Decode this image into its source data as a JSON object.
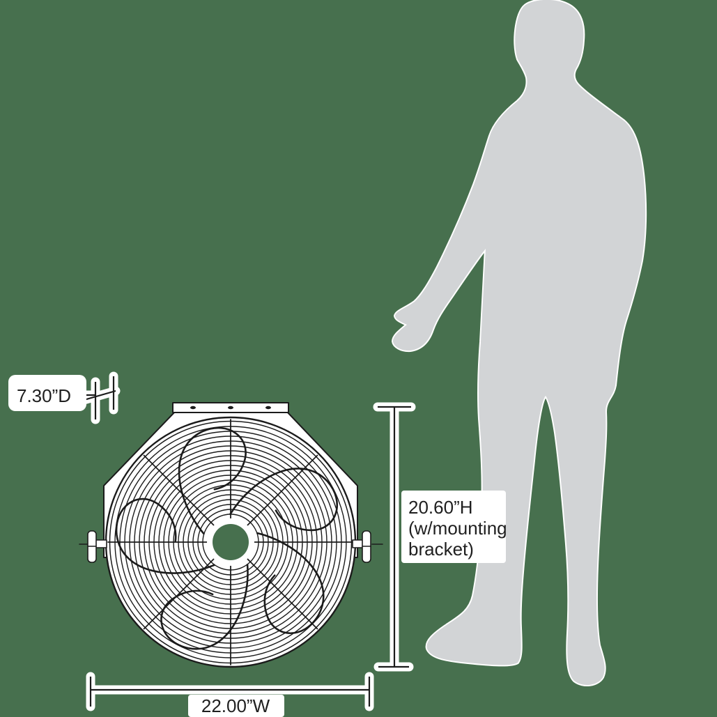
{
  "colors": {
    "background": "#47704E",
    "silhouette": "#D2D4D6",
    "line": "#1B1B1B",
    "label_bg": "#FFFFFF"
  },
  "dimensions": {
    "depth": {
      "label": "7.30”D"
    },
    "height": {
      "label": "20.60”H",
      "note_line1": "(w/mounting",
      "note_line2": "bracket)"
    },
    "width": {
      "label": "22.00”W"
    }
  }
}
